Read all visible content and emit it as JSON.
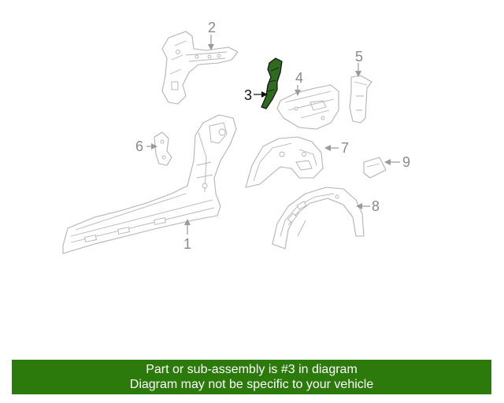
{
  "callouts": [
    "1",
    "2",
    "3",
    "4",
    "5",
    "6",
    "7",
    "8",
    "9"
  ],
  "highlighted_part": "3",
  "colors": {
    "highlight_fill": "#2f6b1e",
    "banner_background": "#2b7a0b",
    "banner_text": "#ffffff",
    "part_outline": "#b3b3b3"
  },
  "banner": {
    "line1": "Part or sub-assembly is #3 in diagram",
    "line2": "Diagram may not be specific to your vehicle"
  }
}
